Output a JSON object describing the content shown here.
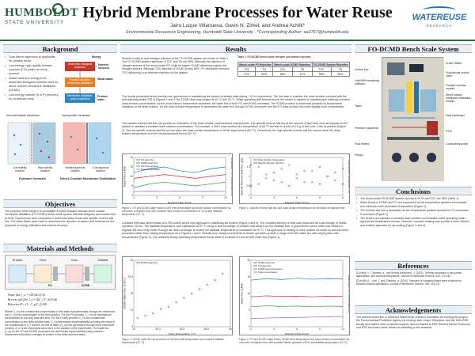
{
  "header": {
    "logo_line1": "HUMBOLDT",
    "logo_line2": "STATE UNIVERSITY",
    "title": "Hybrid Membrane Processes for Water Reuse",
    "authors": "Jairo Luque Villanueva, Gavin N. Zirkel, and Andrea Achilli*",
    "affiliation": "Environmental Resources Engineering, Humboldt State University · *Corresponding Author: aa2767@humboldt.edu",
    "wr_logo": "WATEREUSE",
    "wr_sub": "RESEARCH"
  },
  "background": {
    "heading": "Background",
    "bullets": [
      "Dual barrier approach is applicable for potable reuse",
      "Low energy, high quality forward osmosis (FO) water recovery process",
      "Waste heat and energy from anaerobic biological process used for direct contact membrane distillation (DCMD)",
      "Low energy nutrient (N & P) recovery for beneficial reuse"
    ],
    "diagram_labels": {
      "energy": "Energy",
      "nutrient": "Nutrient recovery",
      "waste_water": "Waste-water",
      "product_water": "Product water",
      "box1": "Anaerobic biological treatment",
      "box2": "Forward osmosis / membrane distillation",
      "box3": "Membrane distillation water production"
    },
    "semi_label": "Semi-permeable membrane",
    "hydro_label": "Hydrophobic membrane",
    "fo_labels": [
      "Low salinity solution",
      "High salinity solution"
    ],
    "md_labels": [
      "Heated aqueous solution",
      "Cold aqueous solution"
    ],
    "fo_caption": "Forward Osmosis",
    "md_caption": "Direct-Contact Membrane Distillation"
  },
  "objectives": {
    "heading": "Objectives",
    "text": "The purpose of this study is to investigate a hybrid forward osmosis-direct contact membrane distillation (FO-DCMD) bench-scale system that was designed and constructed at HSU. Experiments were conducted to determine water fluxes and specific reverse salt flux. The water fluxes were used to determine the rejection of carbon and nutrients for the purposes of energy utilization and nutrient recovery."
  },
  "methods": {
    "heading": "Materials and Methods",
    "diagram_labels": [
      "DI water",
      "Feed",
      "Draw",
      "Distillate"
    ],
    "fo": "FO",
    "dcmd": "DCMD",
    "eq1": "Water flux J_w = (ΔV/Δt)·(1/A)",
    "eq2": "Reverse salt flux J_s = Δ(C_t V_t)/(A·Δt)",
    "eq3": "Rejection R = (1 - C_p/C_f)·100",
    "text": "Where C_t is the contaminant concentration of the water that permeates through the membrane and C_f is the concentration of the feed solution. For the FO process, C_t is the contaminant concentration in the feed tank with time. For the DCMD process C_t is the contaminant concentration in the draw solution tank. C_f is determined experimentally by finding the mass of the contaminant in C_f and the volume of water (V_w) that permeates through each membrane process. A_m is the membrane area and t is the duration of the experiment. The water flux (J_w) for the FO and DCMD processes are determined experimentally using pressure transducers that detect changes of volume in the draw and feed tanks."
  },
  "results": {
    "heading": "Results",
    "intro": "Results of carbon and nitrogen rejection of the FO-DCMD system are shown in Table 1. The FO-DCMD system rejections of TOC and TN are 98%. Although the rejection of nitrogen species of the bench-scale FO could be higher, DCMD effectively rejects the nitrogen species. Although TOC rejection of DCMD is only 68%, FO effectively removes TOC attributing to an effective rejection by the system.",
    "table_caption": "Table 1. FO-DCMD bench scale nitrogen and carbon rejection",
    "table_headers": [
      "Bench-scale FO Rejection",
      "Bench-scale DCMD Rejection",
      "FO-DCMD System Rejection"
    ],
    "table_sub": [
      "TOC",
      "TN",
      "TOC",
      "TN",
      "TOC",
      "TN"
    ],
    "table_values": [
      "97%",
      "68%",
      "68%",
      "97%",
      "98%",
      "98%"
    ],
    "body1": "The results presented below (median two approaches in maintaining the system at steady state during ~12 hr experiments. The first was to maintain the draw solution constant with the self-adjusting heater PID in Figures 1 and 2, the DCMD feed was heated at 50 °C and 30 °C. While operating with thermal levels, the heater is capable of maintaining a relatively constant draw solution concentration. As the draw solution temperature increases, the water flux of both FO and DCMD increases. The DCMD process is influenced primarily by temperature variations in the draw solution. As the draw solution temperature is decreased the water flux through DCMD decreases and the FO draw solution becomes slightly more concentrated.",
    "body2": "The specific reverse salt flux can provide an estimation of the draw solution replenishment requirements. The specific reverse salt flux is the amount of NaCl that must be supplied to the system to maintain a constant draw solution concentration. For example, a NaCl draw solution at a temperature of 50 °C will lead to a loss of 0.5 g of NaCl per 1 liter of solution (Figure 2). The low specific reverse salt flux occurs when the draw solution temperature is at the super bound (50 °C). Conversely, the high specific reverse salt flux occurs when the draw solution temperature is at the low temperature bound (30 °C).",
    "fig1_caption": "Figure 1. FO and DCMD water fluxes (LMH) feed temperature and draw solution concentration as a function of elapsed time with constant draw solution concentration of 3.5 M and distillate temperature (20 °C).",
    "fig2_caption": "Figure 2. Specific reverse salt flux and draw solution temperature as a function of elapsed time.",
    "body3": "Constant feed was used instead of a PID control as the next approach in stabilizing the system (Figure 3 and 4). The constant delivery of heat was measured as a percentage of heater operation 76 min. The distillate temperature was maintained at 20 °C using a heat exchanger to transfer heat away from the distillate side. A proportional control valve was utilized to regulate the flow of tap water through the heat exchanger to ensure the distillate temperature is maintained at 20 °C. This approach to heating is more realistic for scale-up and industrial processes rather than varying temperature as in Figures 1 and 2. Results from steady investments to heater operation provide a range of DCMD water flux with varying feed side temperatures (Figure 3). The relatively steady operating temperature trends itself to constant FO and DCMD water flux (Figure 4).",
    "fig3_caption": "Figure 3. DCMD water flux as a function of the feed side temperature and constant distillate temperature (20 °C).",
    "fig4_caption": "Figure 4. FO and DCMD water fluxes, DCMD feed temperature and draw solution concentration as a function of elapsed time with constant heater operation (76%) and distillate temperature (20 °C)."
  },
  "bench": {
    "heading": "FO-DCMD Bench Scale System",
    "left_labels": [
      "Control box",
      "LabVIEW monitoring software",
      "Tanks",
      "Pressure transducer",
      "Flow meters",
      "Pumps"
    ],
    "right_labels": [
      "In-line Heater",
      "Proportional control valve",
      "Forward osmosis module",
      "Direct contact membrane distillation module",
      "Heat exchanger",
      "PT2s",
      "Conductivity probe"
    ]
  },
  "conclusions": {
    "heading": "Conclusions",
    "items": [
      "The bench scale FO-DCMD system rejections of TN and TOC are 98% (Table 1).",
      "Water fluxes in DCMD and FO are maximized as the temperature gradient is increased and minimized with decreased temperature (Figure 1).",
      "The reverse salt flux is decreased as the temperature gradient across the FO membrane is increased (Figure 2).",
      "The heater can maintain a constant draw solution concentration while operating under appropriate temperature bounds. However, constant heating may provide a more efficient and realistic approach for up-scaling (Figure 3 and 4)."
    ]
  },
  "references": {
    "heading": "References",
    "items": [
      "[1] Kathy, Y., Childress, A., and Bunlue (Wilcoxon), J. (2015). Thermal processes: A new phase, applications, and recent developments. Journal of Membrane Science, 444, 170-185.",
      "[2] Achilli, A., Cath, T. and Childress, A. (2010). Selection of inorganic-based draw solutions for forward osmosis applications. Journal of Membrane Science, 364, 233-241."
    ]
  },
  "ack": {
    "heading": "Acknowledgements",
    "text": "The authors would like to thank the WateReuse research foundation for funding this project, the Environmental Protection Agency for funding Jairo Luque Villanueva, and the HSU ERE faculty and staff for their continued support. Special thanks to ERE Student Sasha Prudencio and ERE Alumnus Lianne Winter for assisting in this research."
  },
  "chart_data": [
    {
      "type": "line",
      "title": "",
      "xlabel": "Elapsed Time (hour)",
      "ylabel": "Water Flux (LMH)",
      "ylabel2": "Temperature (°C) / Concentration (M)",
      "xlim": [
        0,
        12
      ],
      "ylim": [
        0,
        20
      ],
      "x": [
        0,
        2,
        4,
        6,
        8,
        10,
        12
      ],
      "series": [
        {
          "name": "FO water flux",
          "values": [
            9,
            10,
            11,
            10,
            9,
            10,
            11
          ],
          "color": "#d62728"
        },
        {
          "name": "DCMD water flux",
          "values": [
            12,
            14,
            15,
            13,
            12,
            14,
            15
          ],
          "color": "#1f77b4"
        },
        {
          "name": "Feed temperature",
          "values": [
            4,
            6,
            7,
            6,
            5,
            6,
            7
          ],
          "color": "#2ca02c"
        },
        {
          "name": "Draw concentration",
          "values": [
            2,
            2.2,
            2.1,
            2.2,
            2.1,
            2.2,
            2.1
          ],
          "color": "#9467bd"
        }
      ]
    },
    {
      "type": "scatter",
      "title": "",
      "xlabel": "Elapsed Time (hour)",
      "ylabel": "Specific Reverse Salt Flux (g/L)",
      "ylabel2": "Draw Solution Temperature (°C)",
      "xlim": [
        0,
        12
      ],
      "ylim": [
        0,
        2
      ],
      "x": [
        0,
        1,
        2,
        3,
        4,
        5,
        6,
        7,
        8,
        9,
        10,
        11,
        12
      ],
      "series": [
        {
          "name": "Draw Solution Temperature",
          "values": [
            1.6,
            1.5,
            1.1,
            0.8,
            1.4,
            1.6,
            1.1,
            0.7,
            1.3,
            1.5,
            1.0,
            0.8,
            1.4
          ],
          "color": "#1f77b4"
        },
        {
          "name": "Specific Reverse Salt Flux",
          "values": [
            0.5,
            0.6,
            0.9,
            1.2,
            0.7,
            0.5,
            0.9,
            1.3,
            0.7,
            0.6,
            1.0,
            1.2,
            0.6
          ],
          "color": "#d62728"
        }
      ]
    },
    {
      "type": "scatter",
      "title": "",
      "xlabel": "Feed Temperature (°C)",
      "ylabel": "DCMD Water Flux (L/m²h)",
      "xlim": [
        30,
        55
      ],
      "ylim": [
        0,
        30
      ],
      "x": [
        31,
        33,
        35,
        37,
        39,
        41,
        43,
        45,
        47,
        49,
        51,
        53
      ],
      "series": [
        {
          "name": "DCMD water flux",
          "values": [
            4,
            5,
            6,
            8,
            9,
            11,
            13,
            15,
            17,
            19,
            21,
            24
          ],
          "color": "#d62728"
        }
      ]
    },
    {
      "type": "line",
      "title": "",
      "xlabel": "Elapsed Time (hour)",
      "ylabel": "Water Flux (LMH)",
      "ylabel2": "Temperature (°C) / Concentration (M)",
      "xlim": [
        0,
        12
      ],
      "ylim": [
        0,
        20
      ],
      "x": [
        0,
        2,
        4,
        6,
        8,
        10,
        12
      ],
      "series": [
        {
          "name": "DCMD water flux",
          "values": [
            14,
            14.5,
            14.2,
            14.6,
            14.3,
            14.5,
            14.4
          ],
          "color": "#1f77b4"
        },
        {
          "name": "FO water flux",
          "values": [
            9,
            9.3,
            9.1,
            9.2,
            9.0,
            9.2,
            9.1
          ],
          "color": "#d62728"
        },
        {
          "name": "DCMD feed temperature",
          "values": [
            6,
            6.3,
            6.1,
            6.2,
            6.0,
            6.2,
            6.1
          ],
          "color": "#2ca02c"
        },
        {
          "name": "Draw concentration",
          "values": [
            2.5,
            2.6,
            2.7,
            2.8,
            2.9,
            3.0,
            3.1
          ],
          "color": "#9467bd"
        }
      ]
    }
  ]
}
